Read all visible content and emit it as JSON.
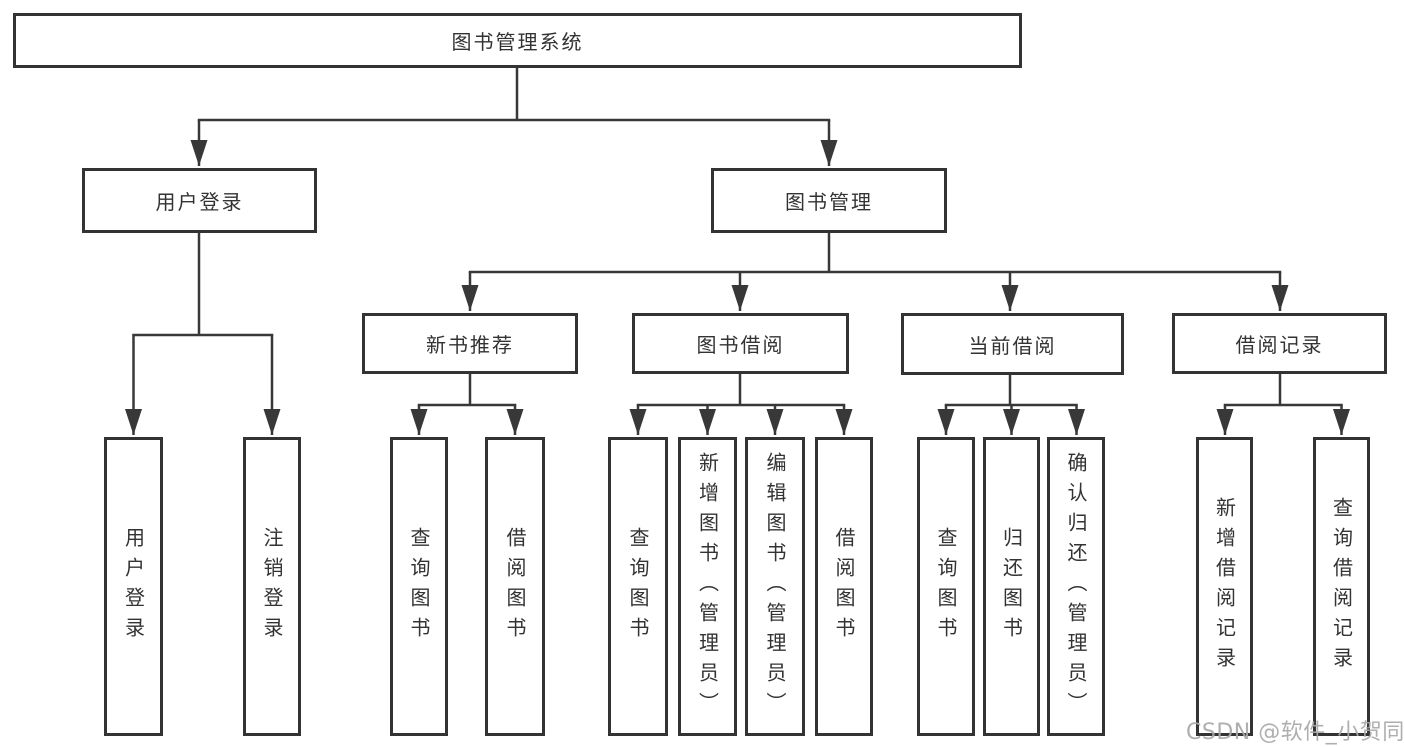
{
  "diagram": {
    "type": "hierarchy-tree",
    "colors": {
      "line": "#383838",
      "box_border": "#333333",
      "text": "#333333",
      "watermark": "#a8a8a8",
      "background": "#ffffff"
    },
    "tree": {
      "label": "图书管理系统",
      "children": [
        {
          "label": "用户登录",
          "children": [
            {
              "label": "用户登录"
            },
            {
              "label": "注销登录"
            }
          ]
        },
        {
          "label": "图书管理",
          "children": [
            {
              "label": "新书推荐",
              "children": [
                {
                  "label": "查询图书"
                },
                {
                  "label": "借阅图书"
                }
              ]
            },
            {
              "label": "图书借阅",
              "children": [
                {
                  "label": "查询图书"
                },
                {
                  "label": "新增图书（管理员）"
                },
                {
                  "label": "编辑图书（管理员）"
                },
                {
                  "label": "借阅图书"
                }
              ]
            },
            {
              "label": "当前借阅",
              "children": [
                {
                  "label": "查询图书"
                },
                {
                  "label": "归还图书"
                },
                {
                  "label": "确认归还（管理员）"
                }
              ]
            },
            {
              "label": "借阅记录",
              "children": [
                {
                  "label": "新增借阅记录"
                },
                {
                  "label": "查询借阅记录"
                }
              ]
            }
          ]
        }
      ]
    }
  },
  "watermark": {
    "text": "CSDN @软件_小贺同学"
  }
}
